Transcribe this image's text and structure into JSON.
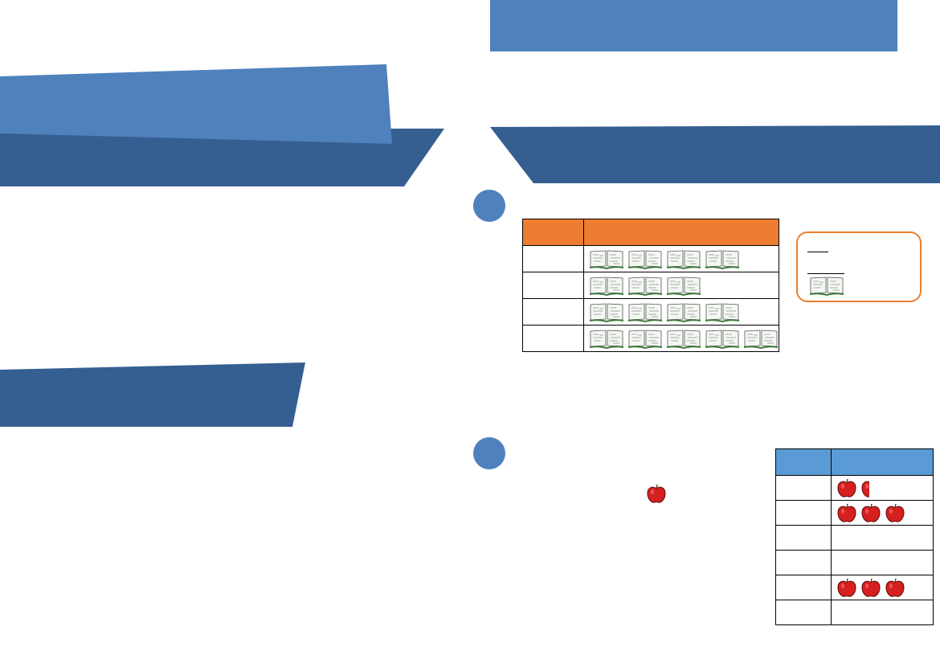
{
  "colors": {
    "accent_blue": "#4f81bd",
    "dark_blue": "#365f91",
    "orange": "#ed7d31",
    "light_blue": "#5b9bd5",
    "apple_red": "#d62020"
  },
  "icons": {
    "book": "open-book-icon",
    "apple": "apple-icon"
  },
  "books_table": {
    "rows": [
      {
        "books": 4
      },
      {
        "books": 3
      },
      {
        "books": 4
      },
      {
        "books": 5
      }
    ]
  },
  "apples_table": {
    "rows": [
      {
        "apples": 1.5
      },
      {
        "apples": 3
      },
      {
        "apples": 0
      },
      {
        "apples": 0
      },
      {
        "apples": 3
      },
      {
        "apples": 0
      }
    ]
  }
}
